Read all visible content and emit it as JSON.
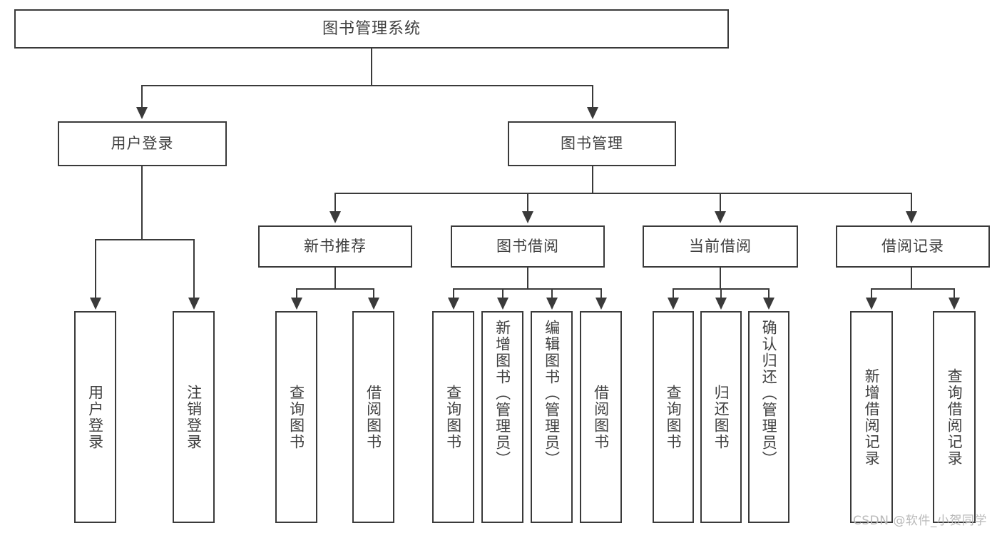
{
  "diagram": {
    "type": "tree-hierarchy",
    "title": "图书管理系统",
    "orientation": "top-down",
    "colors": {
      "stroke": "#3a3a3a",
      "fill": "#ffffff",
      "text": "#3f3f3f",
      "watermark": "#b9b9b9",
      "background": "#ffffff"
    }
  },
  "watermark": {
    "text": "CSDN @软件_小贺同学"
  },
  "nodes": {
    "root": {
      "label": "图书管理系统",
      "level": 1
    },
    "level2": [
      {
        "id": "user-login",
        "label": "用户登录"
      },
      {
        "id": "book-manage",
        "label": "图书管理"
      }
    ],
    "level3": [
      {
        "id": "new-book-recommend",
        "label": "新书推荐",
        "parent": "book-manage"
      },
      {
        "id": "book-borrow",
        "label": "图书借阅",
        "parent": "book-manage"
      },
      {
        "id": "current-borrow",
        "label": "当前借阅",
        "parent": "book-manage"
      },
      {
        "id": "borrow-record",
        "label": "借阅记录",
        "parent": "book-manage"
      }
    ],
    "leaves": {
      "user_login": [
        {
          "id": "leaf-user-login",
          "label": "用户登录"
        },
        {
          "id": "leaf-user-logout",
          "label": "注销登录"
        }
      ],
      "new_book_recommend": [
        {
          "id": "leaf-query-book-1",
          "label": "查询图书"
        },
        {
          "id": "leaf-borrow-book-1",
          "label": "借阅图书"
        }
      ],
      "book_borrow": [
        {
          "id": "leaf-query-book-2",
          "label": "查询图书"
        },
        {
          "id": "leaf-add-book",
          "label": "新增图书（管理员）"
        },
        {
          "id": "leaf-edit-book",
          "label": "编辑图书（管理员）"
        },
        {
          "id": "leaf-borrow-book-2",
          "label": "借阅图书"
        }
      ],
      "current_borrow": [
        {
          "id": "leaf-query-book-3",
          "label": "查询图书"
        },
        {
          "id": "leaf-return-book",
          "label": "归还图书"
        },
        {
          "id": "leaf-confirm-return",
          "label": "确认归还（管理员）"
        }
      ],
      "borrow_record": [
        {
          "id": "leaf-add-record",
          "label": "新增借阅记录"
        },
        {
          "id": "leaf-query-record",
          "label": "查询借阅记录"
        }
      ]
    }
  }
}
